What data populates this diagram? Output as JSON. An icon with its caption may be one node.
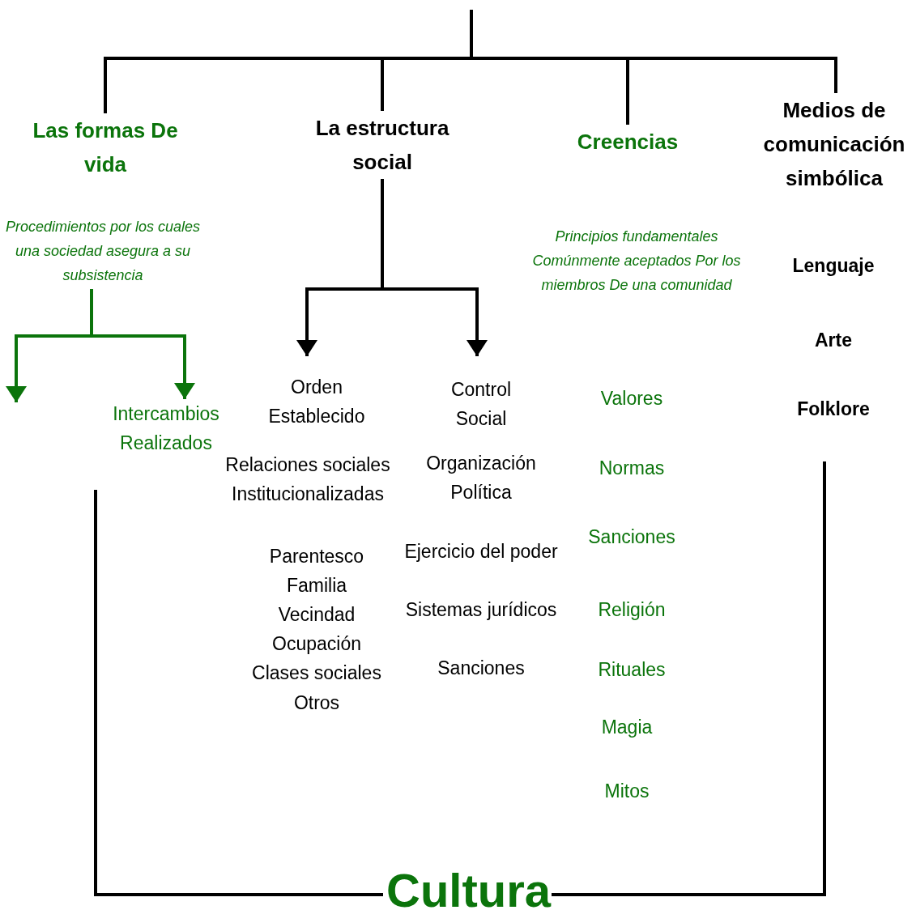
{
  "diagram": {
    "nodes": [
      {
        "text": [
          "Las formas De vida"
        ]
      },
      {
        "text": [
          "La estructura social"
        ]
      },
      {
        "text": [
          "Creencias"
        ]
      },
      {
        "text": [
          "Medios de comunicación simbólica"
        ]
      },
      {
        "text": [
          "Procedimientos por los cuales una sociedad asegura a su subsistencia"
        ]
      },
      {
        "text": [
          "Intercambios Realizados"
        ]
      },
      {
        "text": [
          "Orden Establecido"
        ]
      },
      {
        "text": [
          "Control Social"
        ]
      }
    ],
    "edges": [
      {
        "from": null,
        "to": 0,
        "arrow": "none"
      },
      {
        "from": null,
        "to": 1,
        "arrow": "none"
      },
      {
        "from": null,
        "to": 2,
        "arrow": "none"
      },
      {
        "from": null,
        "to": 3,
        "arrow": "none"
      },
      {
        "from": 1,
        "to": 6,
        "arrow": "to"
      },
      {
        "from": 1,
        "to": 7,
        "arrow": "to"
      },
      {
        "from": 4,
        "to": null,
        "arrow": "to",
        "color": "#0b740b"
      },
      {
        "from": 4,
        "to": 5,
        "arrow": "to",
        "color": "#0b740b"
      }
    ],
    "labels": [
      "Principios fundamentales Comúnmente aceptados Por los miembros De una comunidad",
      "Lenguaje",
      "Arte",
      "Valores",
      "Folklore",
      "Relaciones sociales Institucionalizadas",
      "Organización Política",
      "Normas",
      "Sanciones",
      "Ejercicio del poder",
      "Parentesco",
      "Familia",
      "Vecindad",
      "Religión",
      "Sistemas jurídicos",
      "Ocupación",
      "Rituales",
      "Sanciones",
      "Clases sociales",
      "Otros",
      "Magia",
      "Mitos",
      "Cultura"
    ]
  }
}
